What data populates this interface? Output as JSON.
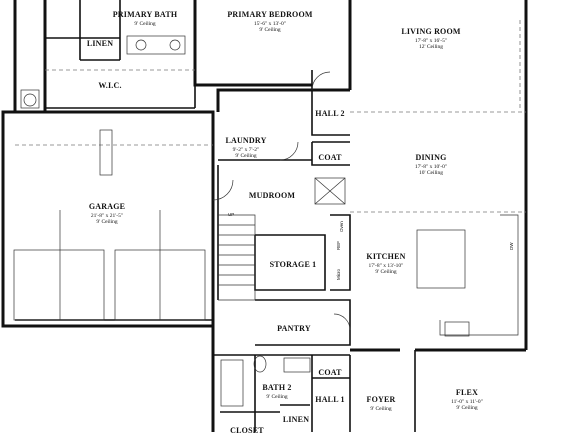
{
  "rooms": {
    "primary_bath": {
      "name": "PRIMARY BATH",
      "ceiling": "9' Ceiling"
    },
    "primary_bedroom": {
      "name": "PRIMARY BEDROOM",
      "dims": "15'-6\" x 13'-0\"",
      "ceiling": "9' Ceiling"
    },
    "living_room": {
      "name": "LIVING ROOM",
      "dims": "17'-8\" x 16'-5\"",
      "ceiling": "12' Ceiling"
    },
    "linen_top": {
      "name": "LINEN"
    },
    "wic": {
      "name": "W.I.C."
    },
    "hall2": {
      "name": "HALL 2"
    },
    "laundry": {
      "name": "LAUNDRY",
      "dims": "9'-2\" x 7'-2\"",
      "ceiling": "9' Ceiling"
    },
    "coat_top": {
      "name": "COAT"
    },
    "dining": {
      "name": "DINING",
      "dims": "17'-8\" x 10'-0\"",
      "ceiling": "10' Ceiling"
    },
    "mudroom": {
      "name": "MUDROOM"
    },
    "garage": {
      "name": "GARAGE",
      "dims": "21'-8\" x 21'-5\"",
      "ceiling": "9' Ceiling"
    },
    "storage1": {
      "name": "STORAGE 1"
    },
    "kitchen": {
      "name": "KITCHEN",
      "dims": "17'-8\" x 13'-10\"",
      "ceiling": "9' Ceiling"
    },
    "pantry": {
      "name": "PANTRY"
    },
    "coat_bottom": {
      "name": "COAT"
    },
    "bath2": {
      "name": "BATH 2",
      "ceiling": "9' Ceiling"
    },
    "hall1": {
      "name": "HALL 1"
    },
    "foyer": {
      "name": "FOYER",
      "ceiling": "9' Ceiling"
    },
    "flex": {
      "name": "FLEX",
      "dims": "11'-0\" x 11'-0\"",
      "ceiling": "9' Ceiling"
    },
    "linen_bottom": {
      "name": "LINEN"
    },
    "closet": {
      "name": "CLOSET"
    }
  },
  "marks": {
    "up": "UP",
    "ref": "REF",
    "micro": "Micro",
    "dw": "DW",
    "oven": "Oven"
  },
  "colors": {
    "wall": "#111111",
    "dashed": "#777777"
  }
}
